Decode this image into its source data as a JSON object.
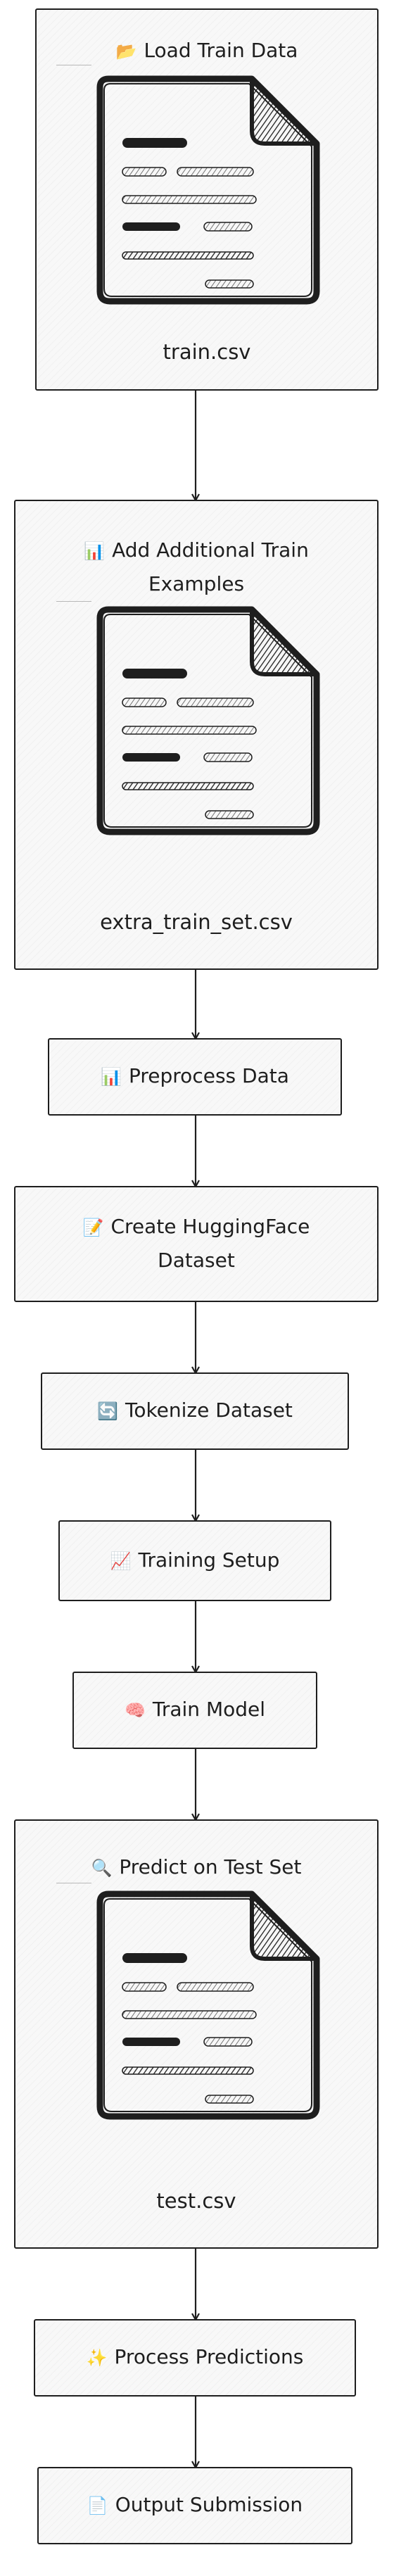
{
  "steps": [
    {
      "emoji": "📂",
      "title": "Load Train Data",
      "file": "train.csv"
    },
    {
      "emoji": "📊",
      "title_line1": "Add Additional Train",
      "title_line2": "Examples",
      "file": "extra_train_set.csv"
    },
    {
      "emoji": "📊",
      "title": "Preprocess Data"
    },
    {
      "emoji": "📝",
      "title_line1": "Create HuggingFace",
      "title_line2": "Dataset"
    },
    {
      "emoji": "🔄",
      "title": "Tokenize Dataset"
    },
    {
      "emoji": "📈",
      "title": "Training Setup"
    },
    {
      "emoji": "🧠",
      "title": "Train Model"
    },
    {
      "emoji": "🔍",
      "title": "Predict on Test Set",
      "file": "test.csv"
    },
    {
      "emoji": "✨",
      "title": "Process Predictions"
    },
    {
      "emoji": "📄",
      "title": "Output Submission"
    }
  ],
  "icons": {
    "document": "document-icon"
  }
}
